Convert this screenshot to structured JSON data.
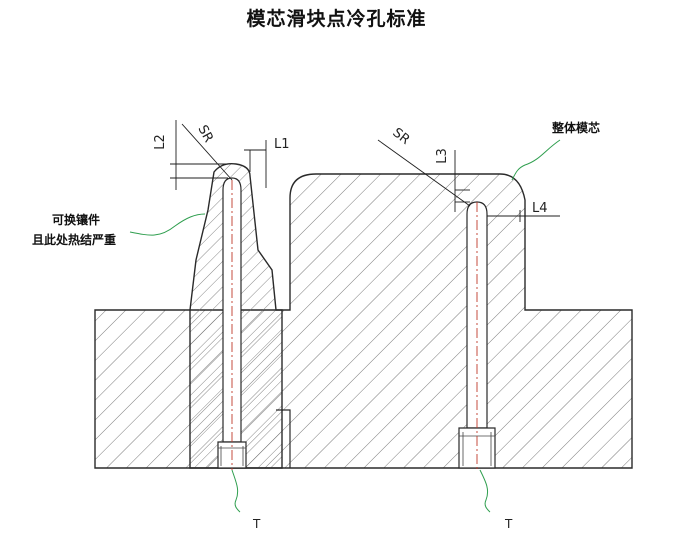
{
  "title": "模芯滑块点冷孔标准",
  "labels": {
    "l1": "L1",
    "l2": "L2",
    "l3": "L3",
    "l4": "L4",
    "sr_left": "SR",
    "sr_right": "SR",
    "t_left": "T",
    "t_right": "T"
  },
  "notes": {
    "insert_line1": "可换镶件",
    "insert_line2": "且此处热结严重",
    "core": "整体模芯"
  },
  "colors": {
    "line": "#2a2a2a",
    "hatch": "#6b6b6b",
    "centerline": "#c0392b",
    "leader": "#2e9e4e",
    "dimension": "#1f1f1f"
  }
}
